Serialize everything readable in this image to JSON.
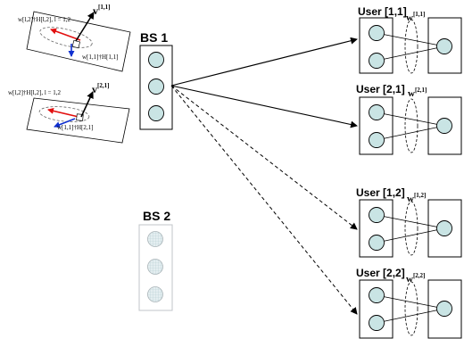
{
  "base_stations": [
    {
      "label": "BS 1"
    },
    {
      "label": "BS 2"
    }
  ],
  "users": [
    {
      "label": "User [1,1]",
      "beam_symbol": "w",
      "beam_sup": "[1,1]"
    },
    {
      "label": "User [2,1]",
      "beam_symbol": "w",
      "beam_sup": "[2,1]"
    },
    {
      "label": "User [1,2]",
      "beam_symbol": "w",
      "beam_sup": "[1,2]"
    },
    {
      "label": "User [2,2]",
      "beam_symbol": "w",
      "beam_sup": "[2,2]"
    }
  ],
  "subspace_insets": [
    {
      "vector_symbol": "v",
      "vector_sup": "[1,1]",
      "projection_text": "w[l,2]†H[l,2], l = 1,2",
      "projection_base_text": "w[1,1]†H[1,1]"
    },
    {
      "vector_symbol": "v",
      "vector_sup": "[2,1]",
      "projection_text": "w[l,2]†H[l,2], l = 1,2",
      "projection_base_text": "w[1,1]†H[2,1]"
    }
  ],
  "colors": {
    "antenna_fill": "#c9e4e4",
    "inactive_antenna_fill": "#dde6ea",
    "inactive_border": "#c0c4c8",
    "red_arrow": "#e21010",
    "blue_arrow": "#1030d0",
    "stroke": "#000000"
  }
}
